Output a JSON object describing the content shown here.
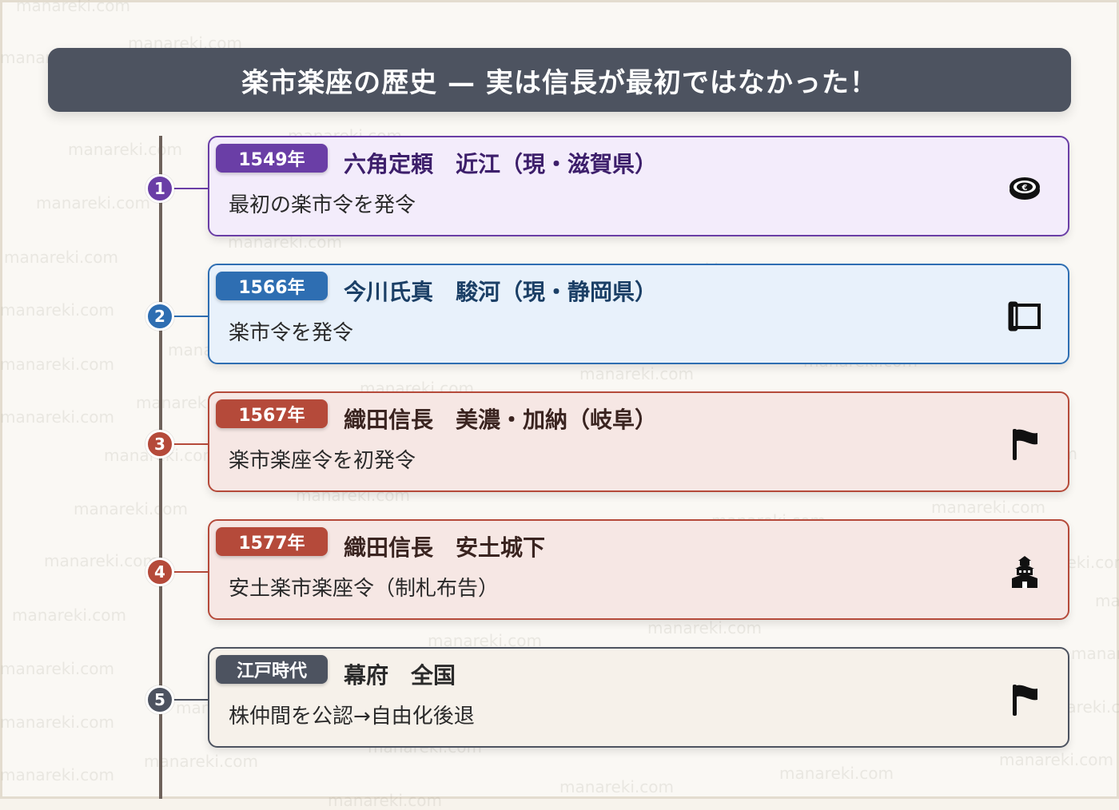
{
  "header": {
    "title": "楽市楽座の歴史 — 実は信長が最初ではなかった！"
  },
  "watermark": "manareki.com",
  "colors": {
    "purple": "#6a3ea6",
    "blue": "#2e6eb2",
    "red": "#b54a3a",
    "gray": "#4d5360"
  },
  "events": [
    {
      "number": "1",
      "badge": "1549年",
      "title": "六角定頼　近江（現・滋賀県）",
      "desc": "最初の楽市令を発令",
      "icon": "coin-icon",
      "accent": "#6a3ea6",
      "bg": "#f3ecfb",
      "title_color": "#3d1f6b"
    },
    {
      "number": "2",
      "badge": "1566年",
      "title": "今川氏真　駿河（現・静岡県）",
      "desc": "楽市令を発令",
      "icon": "scroll-icon",
      "accent": "#2e6eb2",
      "bg": "#e8f1fb",
      "title_color": "#1b3f66"
    },
    {
      "number": "3",
      "badge": "1567年",
      "title": "織田信長　美濃・加納（岐阜）",
      "desc": "楽市楽座令を初発令",
      "icon": "flag-icon",
      "accent": "#b54a3a",
      "bg": "#f6e7e4",
      "title_color": "#3a2420"
    },
    {
      "number": "4",
      "badge": "1577年",
      "title": "織田信長　安土城下",
      "desc": "安土楽市楽座令（制札布告）",
      "icon": "castle-icon",
      "accent": "#b54a3a",
      "bg": "#f6e7e4",
      "title_color": "#3a2420"
    },
    {
      "number": "5",
      "badge": "江戸時代",
      "title": "幕府　全国",
      "desc": "株仲間を公認→自由化後退",
      "icon": "flag-icon",
      "accent": "#4d5360",
      "bg": "#f6f1ea",
      "title_color": "#2a2a2a"
    }
  ]
}
